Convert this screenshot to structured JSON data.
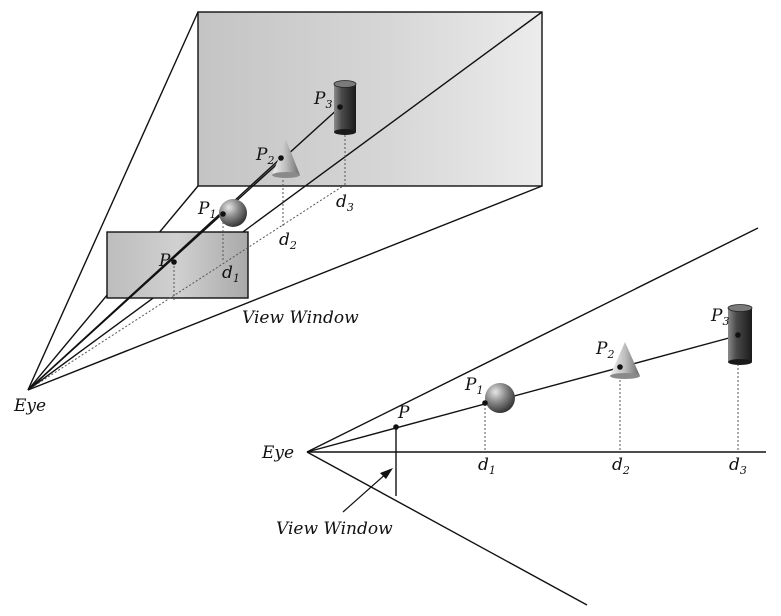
{
  "perspective_view": {
    "eye_label": "Eye",
    "view_window_label": "View Window",
    "points": [
      {
        "label": "P",
        "sub": ""
      },
      {
        "label": "P",
        "sub": "1"
      },
      {
        "label": "P",
        "sub": "2"
      },
      {
        "label": "P",
        "sub": "3"
      }
    ],
    "depths": [
      {
        "label": "d",
        "sub": "1"
      },
      {
        "label": "d",
        "sub": "2"
      },
      {
        "label": "d",
        "sub": "3"
      }
    ]
  },
  "side_view": {
    "eye_label": "Eye",
    "view_window_label": "View Window",
    "points": [
      {
        "label": "P",
        "sub": ""
      },
      {
        "label": "P",
        "sub": "1"
      },
      {
        "label": "P",
        "sub": "2"
      },
      {
        "label": "P",
        "sub": "3"
      }
    ],
    "depths": [
      {
        "label": "d",
        "sub": "1"
      },
      {
        "label": "d",
        "sub": "2"
      },
      {
        "label": "d",
        "sub": "3"
      }
    ]
  }
}
